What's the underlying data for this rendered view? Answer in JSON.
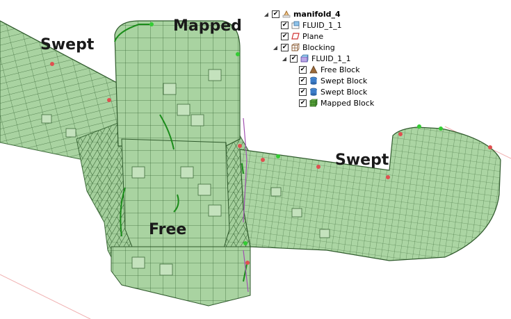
{
  "labels": {
    "swept_left": "Swept",
    "mapped": "Mapped",
    "swept_right": "Swept",
    "free": "Free"
  },
  "tree": {
    "root": {
      "label": "manifold_4",
      "checked": true,
      "expanded": true,
      "icon": "part-icon"
    },
    "items": [
      {
        "label": "FLUID_1_1",
        "checked": true,
        "icon": "volume-icon"
      },
      {
        "label": "Plane",
        "checked": true,
        "icon": "plane-icon"
      },
      {
        "label": "Blocking",
        "checked": true,
        "expanded": true,
        "icon": "blocking-icon"
      },
      {
        "label": "FLUID_1_1",
        "checked": true,
        "expanded": true,
        "icon": "block-volume-icon"
      },
      {
        "label": "Free Block",
        "checked": true,
        "icon": "free-block-icon"
      },
      {
        "label": "Swept Block",
        "checked": true,
        "icon": "swept-block-icon"
      },
      {
        "label": "Swept Block",
        "checked": true,
        "icon": "swept-block-icon"
      },
      {
        "label": "Mapped Block",
        "checked": true,
        "icon": "mapped-block-icon"
      }
    ],
    "check_glyph": "✔",
    "expand_glyph": "◢"
  },
  "colors": {
    "mesh_fill": "#a9d3a1",
    "mesh_shade": "#8fbf87",
    "mesh_light": "#c4e2bd",
    "mesh_edge": "#3d6b3a",
    "curve_green": "#1a8c1a",
    "vertex_red": "#e05050",
    "vertex_green": "#33cc33",
    "curve_purple": "#a050b0",
    "bg": "#ffffff"
  }
}
